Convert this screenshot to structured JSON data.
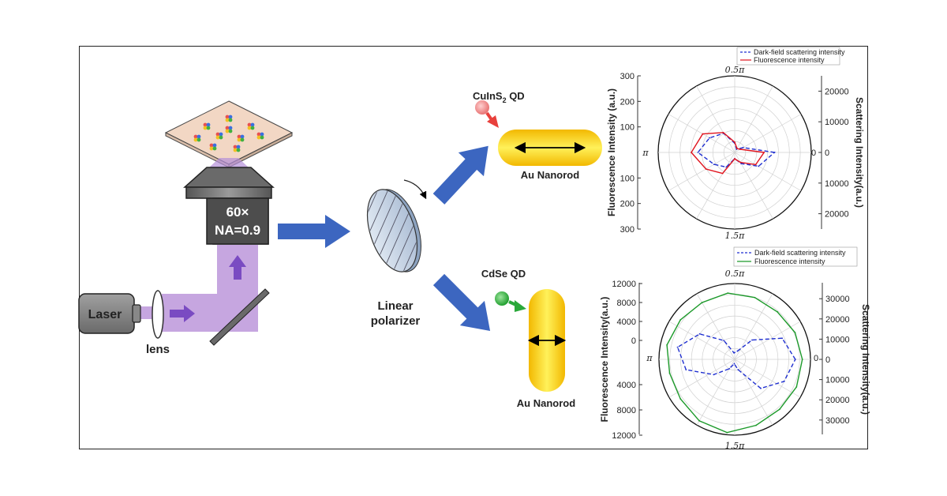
{
  "diagram": {
    "laser_label": "Laser",
    "lens_label": "lens",
    "objective_mag": "60×",
    "objective_na": "NA=0.9",
    "polarizer_label_1": "Linear",
    "polarizer_label_2": "polarizer",
    "qd1_prefix": "CuInS",
    "qd1_sub": "2",
    "qd1_suffix": " QD",
    "qd2_label": "CdSe QD",
    "rod1_label": "Au Nanorod",
    "rod2_label": "Au Nanorod",
    "colors": {
      "beam": "#c6a6e0",
      "arrow_blue": "#3c66c0",
      "qd1": "#f08a8a",
      "qd2": "#3cb44a",
      "rod": "#f7c800"
    }
  },
  "chart_data": [
    {
      "type": "polar",
      "legend": [
        "Dark-field scattering intensity",
        "Fluorescence intensity"
      ],
      "angle_labels": {
        "top": "0.5π",
        "bottom": "1.5π",
        "left": "π",
        "right": "0"
      },
      "ylabel_left": "Fluorescence Intensity  (a.u.)",
      "ylabel_right": "Scattering Intensity(a.u.)",
      "left_ticks_upper": [
        "300",
        "200",
        "100"
      ],
      "left_ticks_lower": [
        "100",
        "200",
        "300"
      ],
      "right_ticks_upper": [
        "20000",
        "10000",
        "0"
      ],
      "right_ticks_lower": [
        "10000",
        "20000"
      ],
      "rmax_fluo": 300,
      "rmax_scat": 25000,
      "angles_deg": [
        0,
        30,
        60,
        90,
        120,
        150,
        180,
        210,
        240,
        270,
        300,
        330
      ],
      "series": [
        {
          "name": "Dark-field scattering intensity",
          "color": "#1f2fd0",
          "dash": true,
          "values": [
            13000,
            3200,
            1200,
            3000,
            7200,
            9500,
            12000,
            7800,
            5500,
            2000,
            4200,
            9000
          ]
        },
        {
          "name": "Fluorescence intensity",
          "color": "#e0141e",
          "dash": false,
          "values": [
            115,
            25,
            18,
            40,
            90,
            145,
            170,
            130,
            95,
            25,
            45,
            95
          ]
        }
      ],
      "series_colors": [
        "#1f2fd0",
        "#e0141e"
      ]
    },
    {
      "type": "polar",
      "legend": [
        "Dark-field scattering intensity",
        "Fluorescence intensity"
      ],
      "angle_labels": {
        "top": "0.5π",
        "bottom": "1.5π",
        "left": "π",
        "right": "0"
      },
      "ylabel_left": "Fluorescence Intensity(a.u.)",
      "ylabel_right": "Scattering Intensity(a.u.)",
      "left_ticks_upper": [
        "12000",
        "8000",
        "4000",
        "0"
      ],
      "left_ticks_lower": [
        "4000",
        "8000",
        "12000"
      ],
      "right_ticks_upper": [
        "30000",
        "20000",
        "10000",
        "0"
      ],
      "right_ticks_lower": [
        "10000",
        "20000",
        "30000"
      ],
      "rmax_fluo": 14000,
      "rmax_scat": 35000,
      "angles_deg": [
        0,
        24,
        48,
        72,
        96,
        120,
        144,
        168,
        192,
        216,
        240,
        264,
        288,
        312,
        336
      ],
      "series": [
        {
          "name": "Dark-field scattering intensity",
          "color": "#1f2fd0",
          "dash": true,
          "values": [
            28000,
            24000,
            12000,
            4000,
            3000,
            10000,
            20000,
            27000,
            23000,
            12000,
            5000,
            2000,
            5000,
            18000,
            25000
          ]
        },
        {
          "name": "Fluorescence intensity",
          "color": "#1c9a2a",
          "dash": false,
          "values": [
            12500,
            12200,
            11800,
            12000,
            12300,
            12100,
            12400,
            12800,
            12300,
            12400,
            13100,
            13600,
            12800,
            12400,
            12500
          ]
        }
      ],
      "series_colors": [
        "#1f2fd0",
        "#1c9a2a"
      ]
    }
  ]
}
